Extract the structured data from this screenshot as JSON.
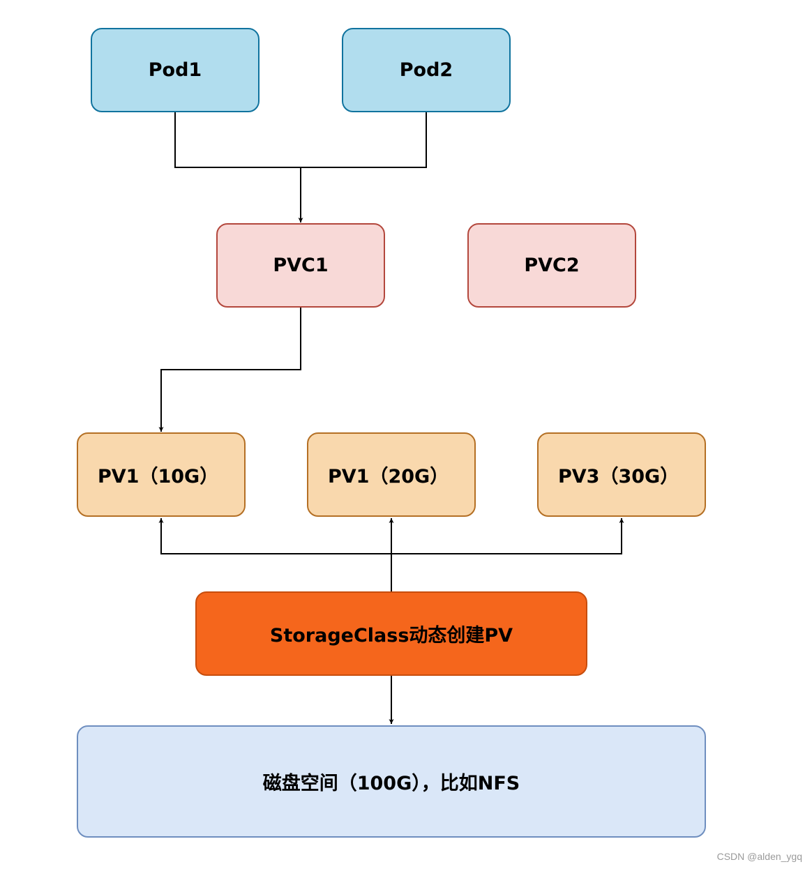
{
  "nodes": {
    "pod1": "Pod1",
    "pod2": "Pod2",
    "pvc1": "PVC1",
    "pvc2": "PVC2",
    "pv1": "PV1（10G）",
    "pv2": "PV1（20G）",
    "pv3": "PV3（30G）",
    "storageclass": "StorageClass动态创建PV",
    "disk": "磁盘空间（100G），比如NFS"
  },
  "watermark": "CSDN @alden_ygq",
  "colors": {
    "pod_fill": "#b1ddee",
    "pvc_fill": "#f8d9d7",
    "pv_fill": "#f9d8ad",
    "storageclass_fill": "#f5661c",
    "disk_fill": "#dae7f8"
  }
}
